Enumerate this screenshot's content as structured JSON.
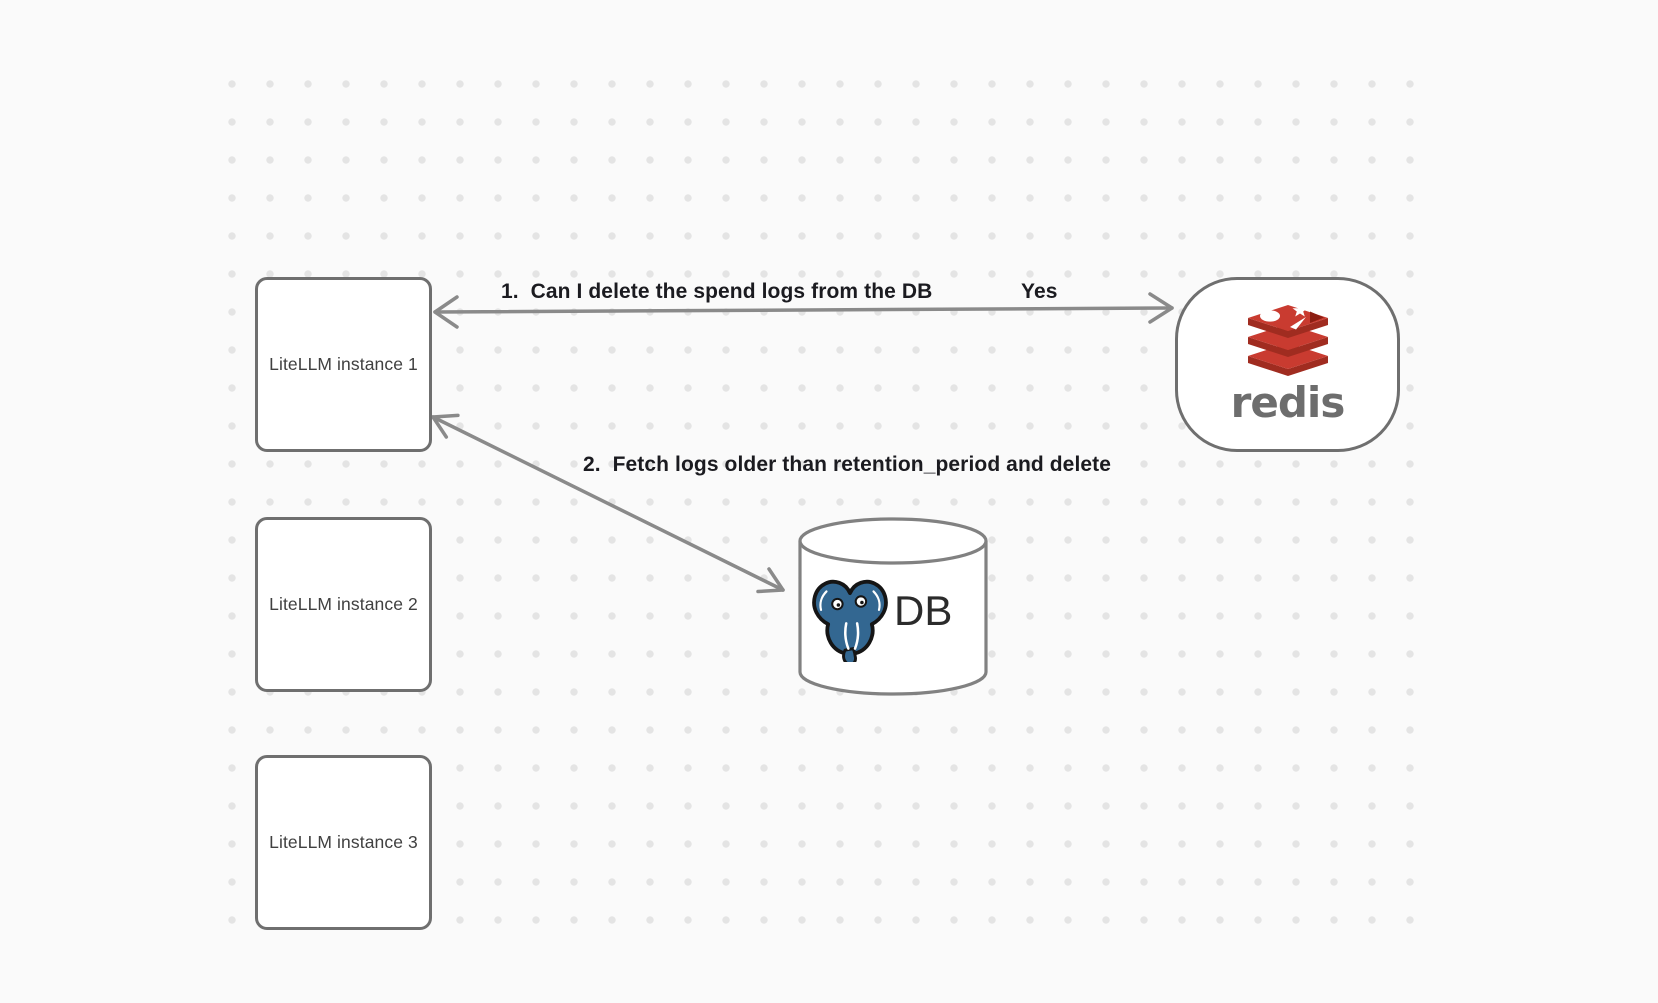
{
  "canvas": {
    "background": "#fafafa",
    "dot_color": "#e4e4e4"
  },
  "nodes": {
    "instances": [
      {
        "label": "LiteLLM instance 1"
      },
      {
        "label": "LiteLLM instance 2"
      },
      {
        "label": "LiteLLM instance 3"
      }
    ],
    "redis": {
      "wordmark": "redis",
      "colors": {
        "slab_top": "#c93b30",
        "slab_side": "#a02c20",
        "notch": "#8c1e12",
        "wordmark": "#6d6d6d"
      }
    },
    "db": {
      "label": "DB",
      "colors": {
        "postgres_blue": "#336791",
        "outline": "#151515"
      }
    }
  },
  "edges": {
    "edge1": {
      "from": "LiteLLM instance 1",
      "to": "redis",
      "label": "1.  Can I delete the spend logs from the DB",
      "response": "Yes"
    },
    "edge2": {
      "from": "LiteLLM instance 1",
      "to": "DB",
      "label": "2.  Fetch logs older than retention_period and delete"
    }
  },
  "style": {
    "node_border": "#6f6f6f",
    "arrow": "#8a8a8a",
    "edge_label_color": "#1b1b20",
    "box_text_color": "#404040"
  }
}
